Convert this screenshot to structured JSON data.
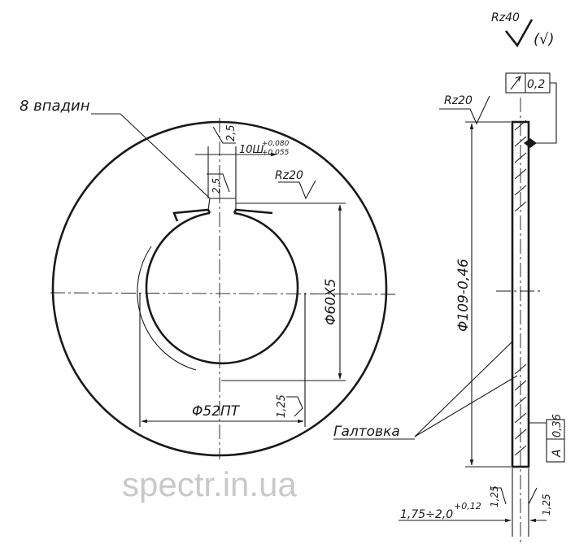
{
  "watermark": "spectr.in.ua",
  "roughness": {
    "general": "Rz40",
    "general_suffix": "(√)",
    "edge": "Rz20",
    "bore": "Rz20"
  },
  "labels": {
    "slots": "8 впадин",
    "fillet": "Галтовка"
  },
  "dimensions": {
    "slot_depth": "2,5",
    "slot_width": "10Ш",
    "slot_width_tol_upper": "+0,080",
    "slot_width_tol_lower": "+0,055",
    "slot_offset": "2,5",
    "bore_dia": "Φ60Х5",
    "inner_dia": "Φ52ПТ",
    "inner_chamfer": "1,25",
    "outer_dia": "Φ109-0,46",
    "thickness": "1,75÷2,0",
    "thickness_tol": "+0,12",
    "edge_a": "1,25",
    "edge_b": "1,25"
  },
  "tolerances": {
    "runout_value": "0,2",
    "parallel_value": "0,36",
    "datum": "A"
  }
}
